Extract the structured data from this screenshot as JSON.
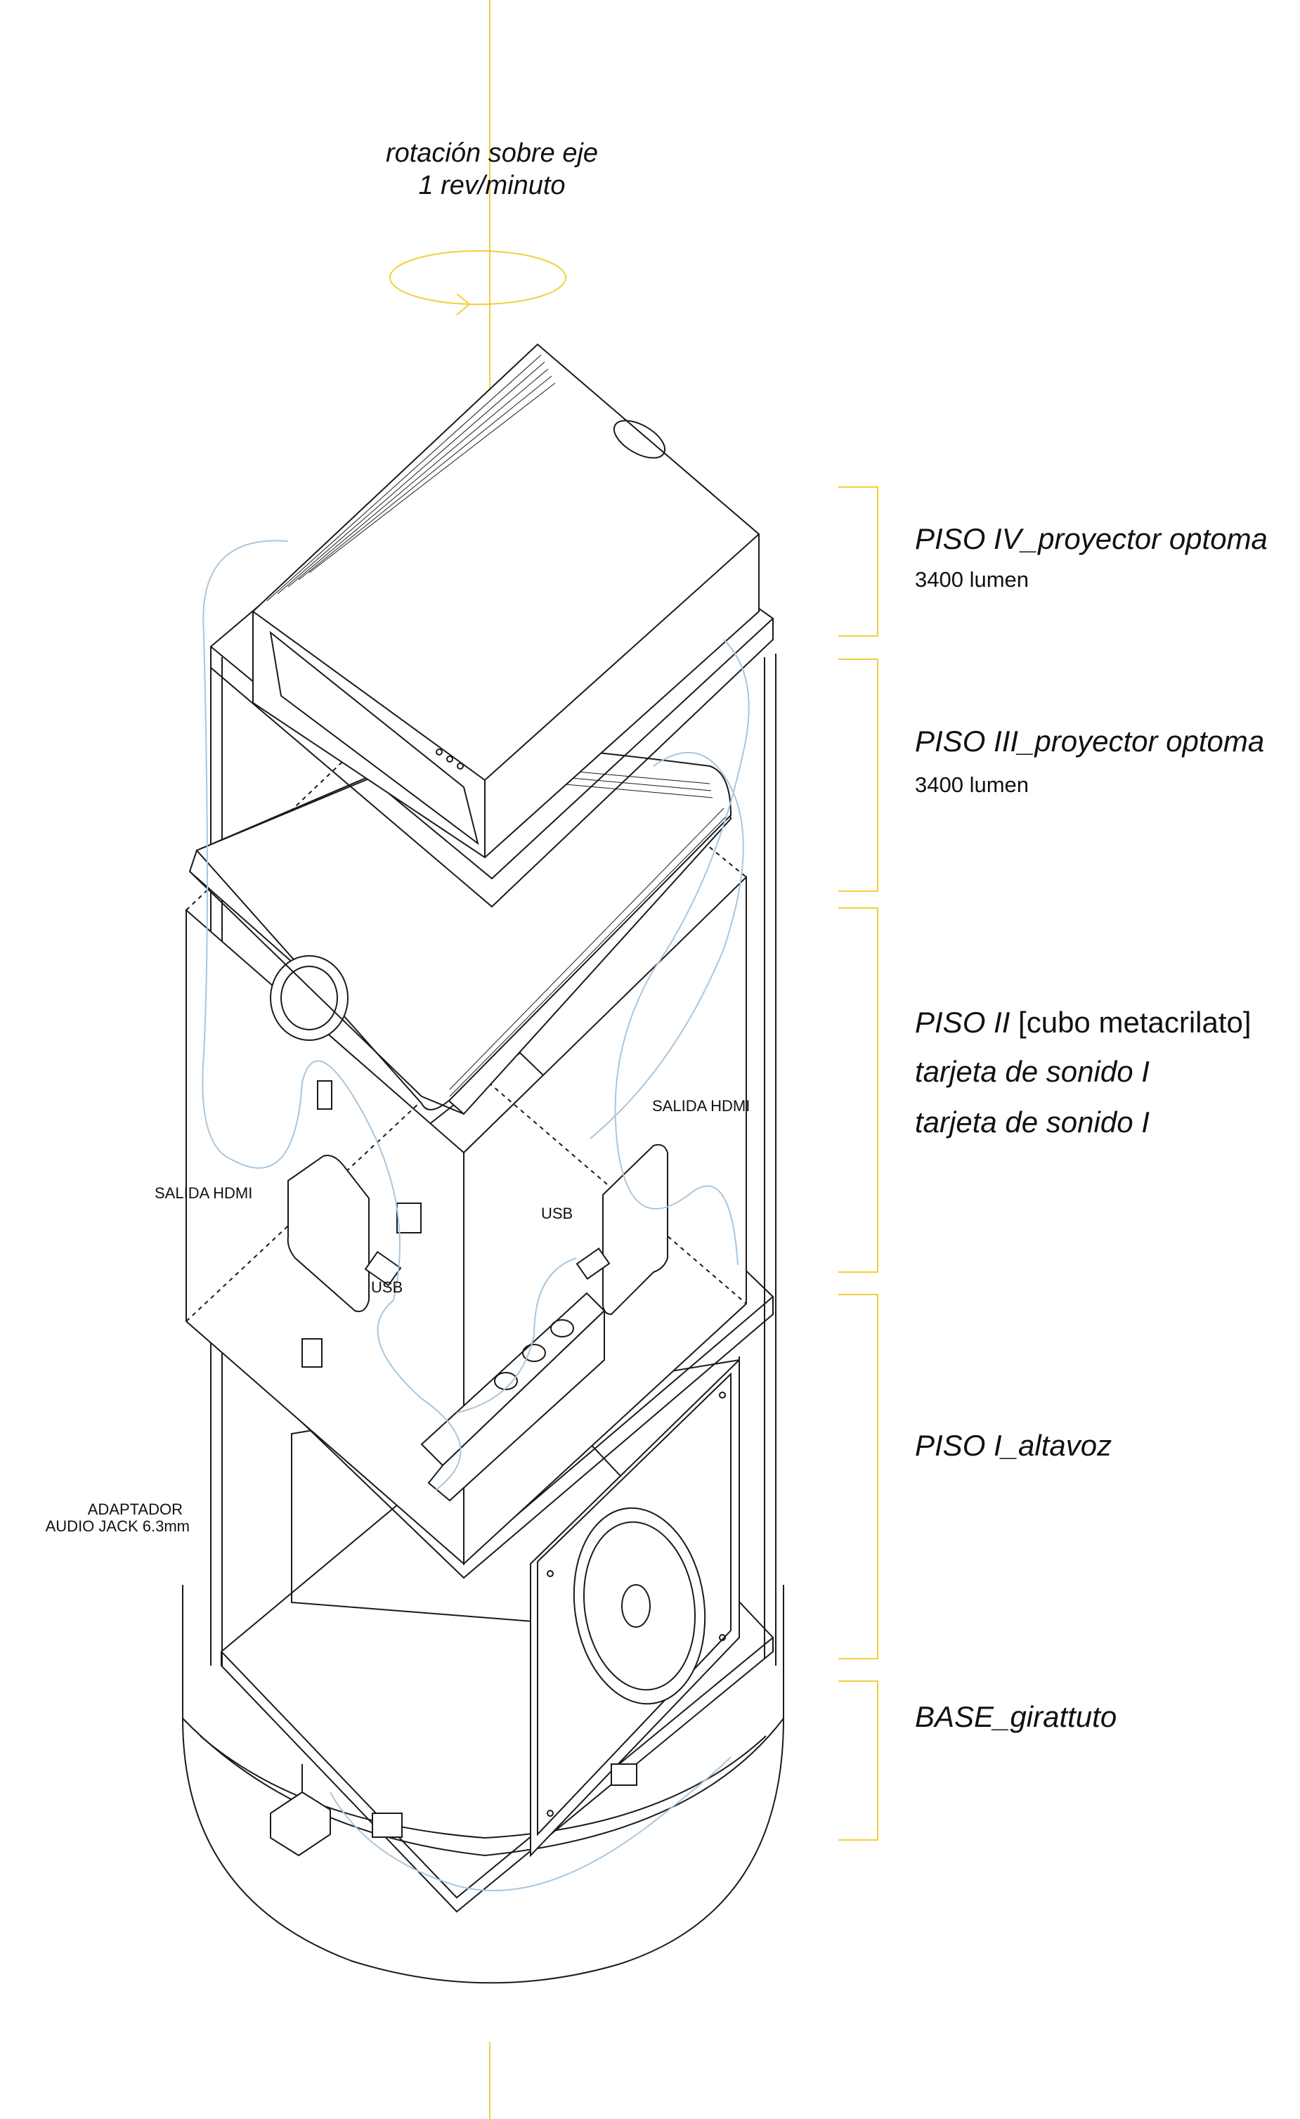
{
  "rotation": {
    "line1": "rotación sobre eje",
    "line2": "1 rev/minuto"
  },
  "floors": [
    {
      "title": "PISO IV_proyector optoma",
      "sub": "3400 lumen"
    },
    {
      "title": "PISO III_proyector optoma",
      "sub": "3400 lumen"
    },
    {
      "title_italic": "PISO II",
      "title_rest": " [cubo metacrilato]",
      "line2": "tarjeta de sonido I",
      "line3": "tarjeta de sonido I"
    },
    {
      "title": "PISO I_altavoz"
    },
    {
      "title": "BASE_girattuto"
    }
  ],
  "callouts": {
    "hdmi_left": "SALIDA HDMI",
    "hdmi_right": "SALIDA HDMI",
    "usb_left": "USB",
    "usb_right": "USB",
    "adapter_line1": "ADAPTADOR",
    "adapter_line2": "AUDIO JACK 6.3mm"
  },
  "colors": {
    "axis": "#f2cf3a",
    "bracket": "#f2cf3a",
    "line": "#1a1a1a",
    "cable": "#a9c6dd"
  }
}
